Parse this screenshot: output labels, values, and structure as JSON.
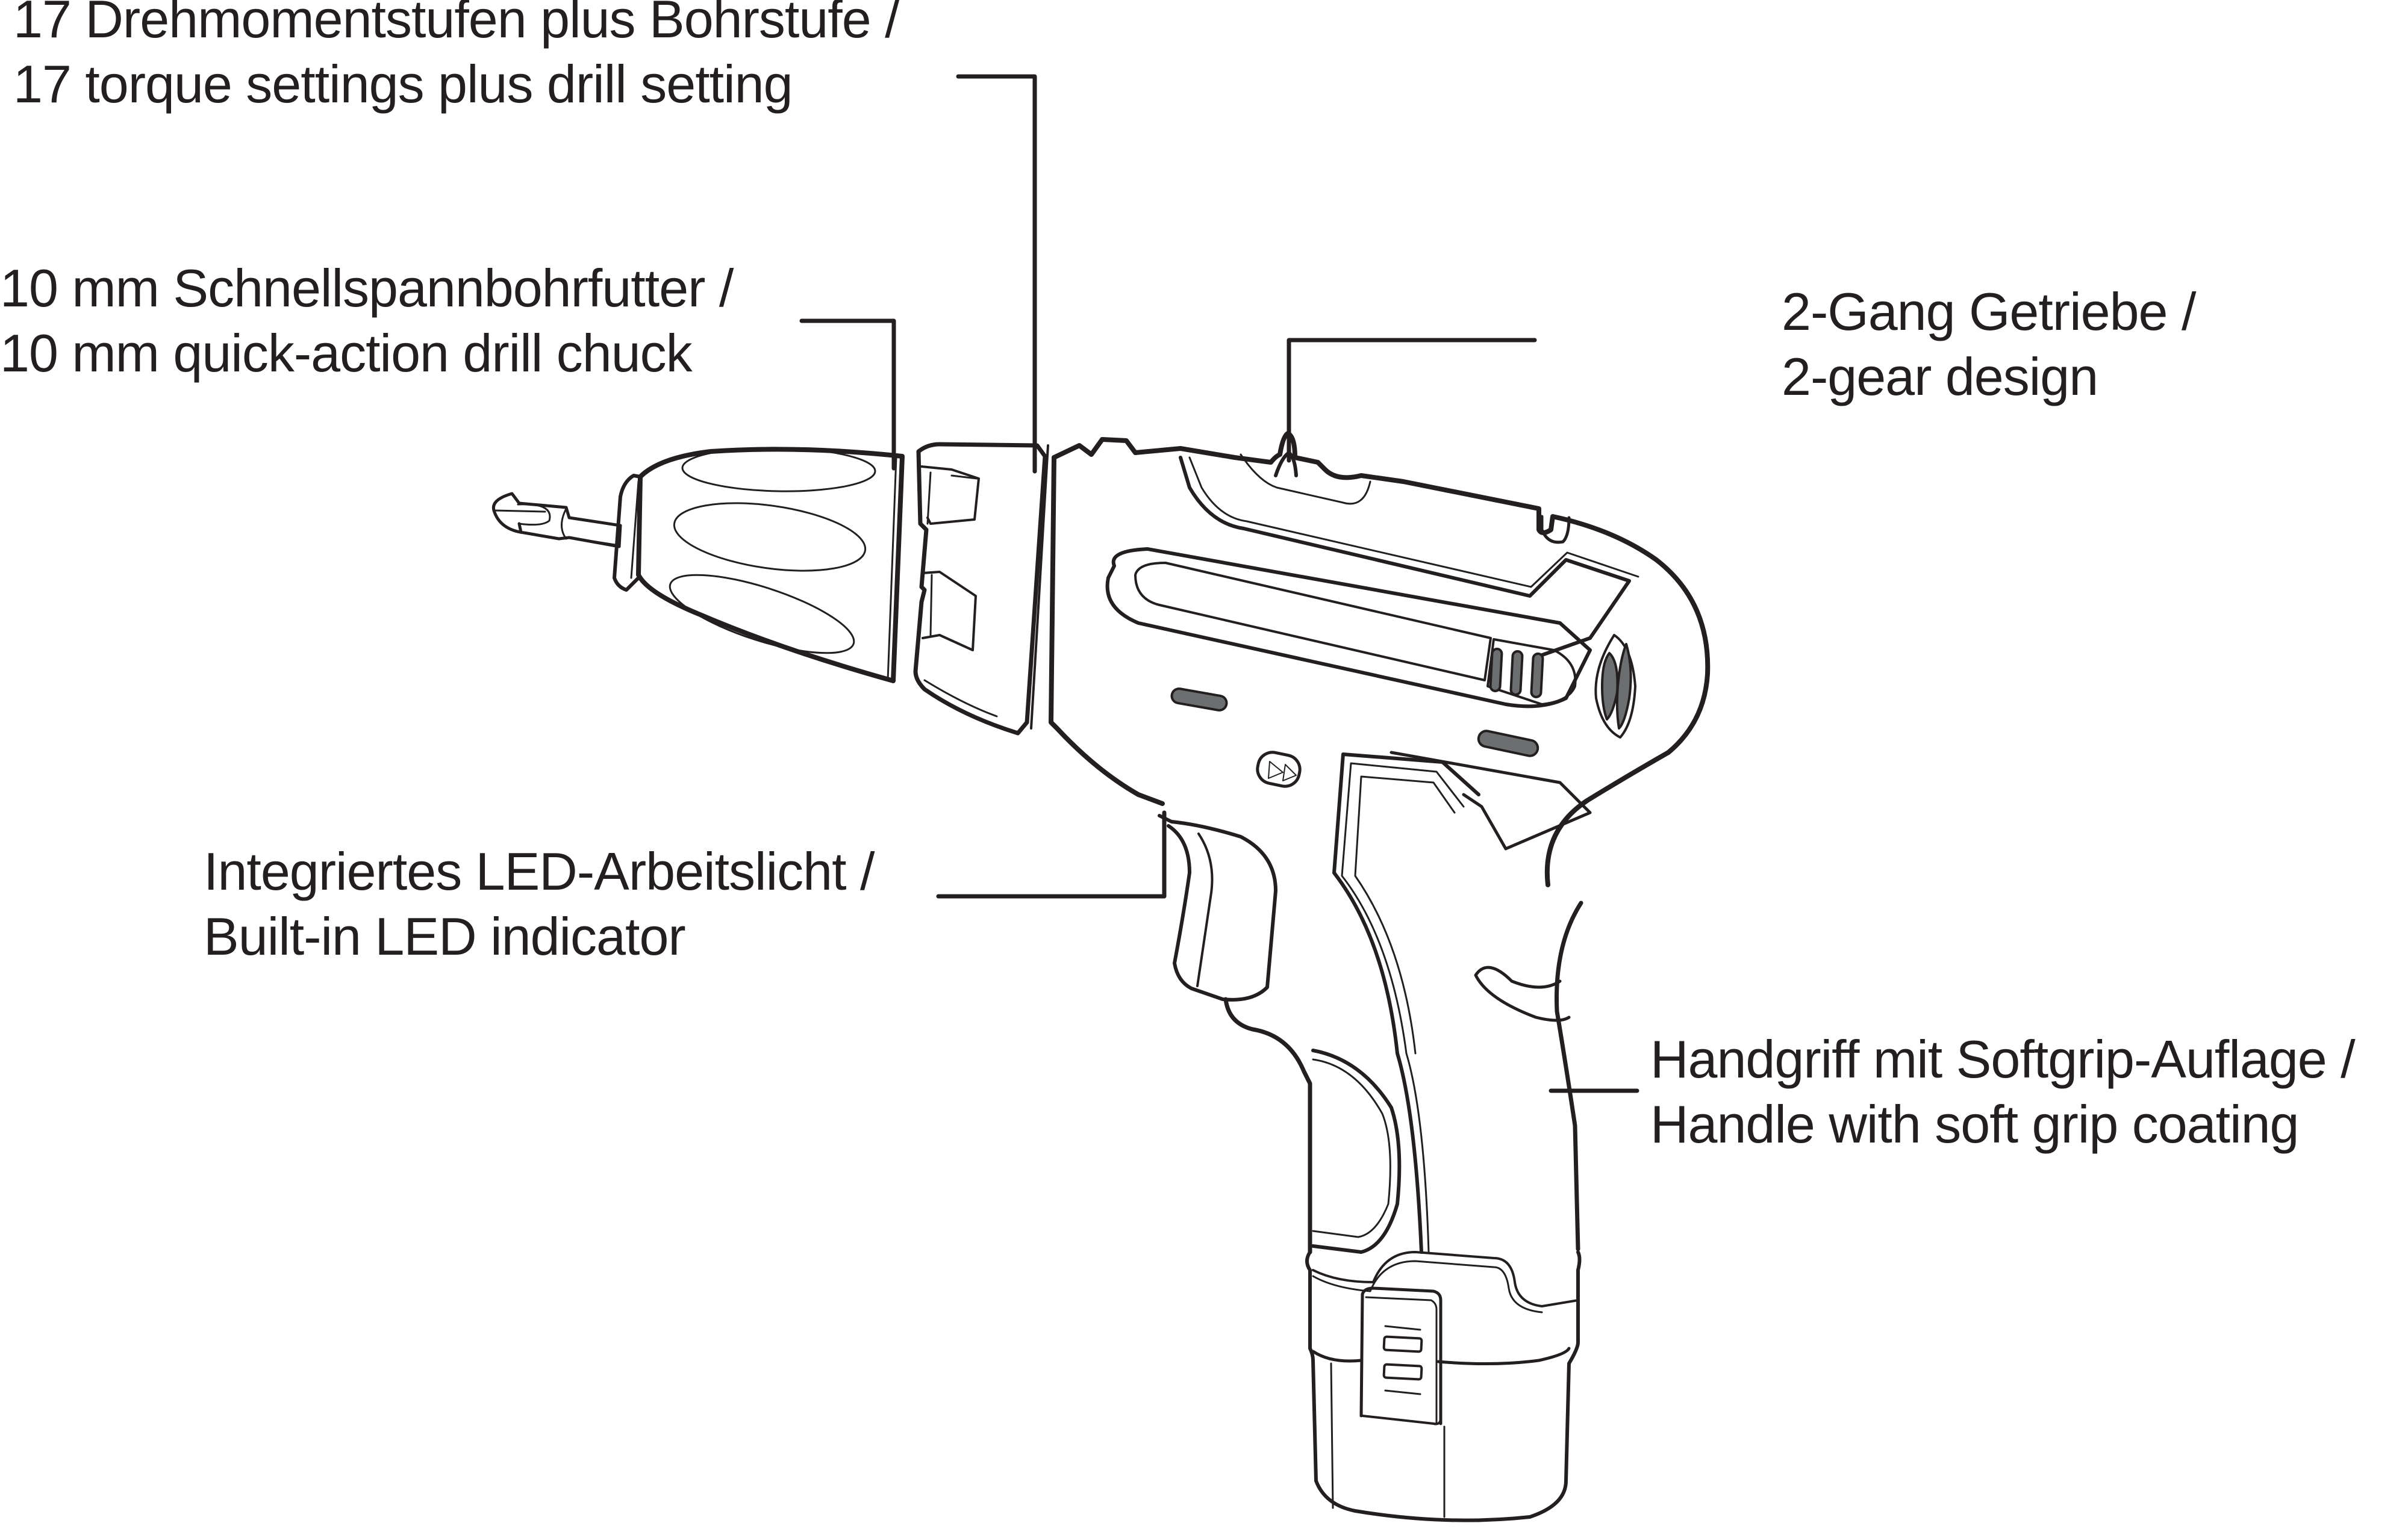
{
  "figure": {
    "subject": "Cordless drill / screwdriver line drawing",
    "ink_color": "#231f20",
    "vent_fill": "#6d6e70",
    "background": "#ffffff"
  },
  "callouts": [
    {
      "id": "torque",
      "line_de": "17 Drehmomentstufen plus Bohrstufe /",
      "line_en": "17 torque settings plus drill setting"
    },
    {
      "id": "chuck",
      "line_de": "10 mm Schnellspannbohrfutter /",
      "line_en": "10 mm quick-action drill chuck"
    },
    {
      "id": "gear",
      "line_de": "2-Gang Getriebe /",
      "line_en": "2-gear design"
    },
    {
      "id": "led",
      "line_de": "Integriertes LED-Arbeitslicht /",
      "line_en": "Built-in LED indicator"
    },
    {
      "id": "handle",
      "line_de": "Handgriff mit Softgrip-Auflage /",
      "line_en": "Handle with soft grip coating"
    }
  ],
  "icons": {
    "direction_switch": "double-right-triangle-icon"
  }
}
